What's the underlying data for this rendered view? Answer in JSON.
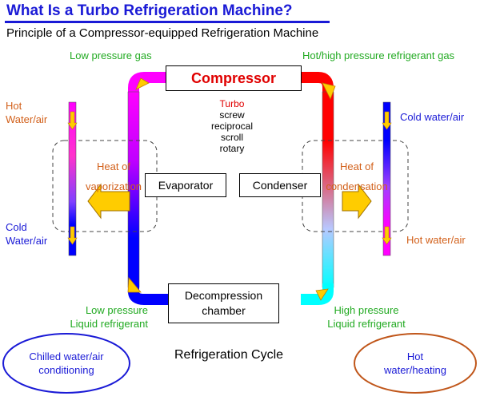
{
  "title": "What Is a Turbo Refrigeration Machine?",
  "subtitle": "Principle of a Compressor-equipped Refrigeration Machine",
  "labels": {
    "low_pressure_gas": "Low pressure gas",
    "hot_high_pressure": "Hot/high pressure refrigerant gas",
    "low_pressure_liquid": [
      "Low pressure",
      "Liquid refrigerant"
    ],
    "high_pressure_liquid": [
      "High pressure",
      "Liquid refrigerant"
    ],
    "hot_water_air_left": [
      "Hot",
      "Water/air"
    ],
    "cold_water_air_left": [
      "Cold",
      "Water/air"
    ],
    "cold_water_air_right": "Cold water/air",
    "hot_water_air_right": "Hot water/air",
    "heat_of_vaporization": [
      "Heat of",
      "vaporization"
    ],
    "heat_of_condensation": [
      "Heat of",
      "condensation"
    ],
    "refrigeration_cycle": "Refrigeration Cycle"
  },
  "components": {
    "compressor": "Compressor",
    "evaporator": "Evaporator",
    "condenser": "Condenser",
    "decompression": [
      "Decompression",
      "chamber"
    ]
  },
  "compressor_types": [
    "Turbo",
    "screw",
    "reciprocal",
    "scroll",
    "rotary"
  ],
  "applications": {
    "left": [
      "Chilled water/air",
      "conditioning"
    ],
    "right": [
      "Hot",
      "water/heating"
    ]
  },
  "colors": {
    "title_blue": "#1a1ad6",
    "green_text": "#22aa22",
    "orange_text": "#d2601a",
    "compressor_red": "#e00000",
    "pipe_magenta": "#ff00ff",
    "pipe_blue": "#0000ff",
    "pipe_red": "#ff0000",
    "pipe_cyan": "#00ffff",
    "arrow_yellow": "#ffcc00",
    "right_ellipse": "#c0561a"
  }
}
